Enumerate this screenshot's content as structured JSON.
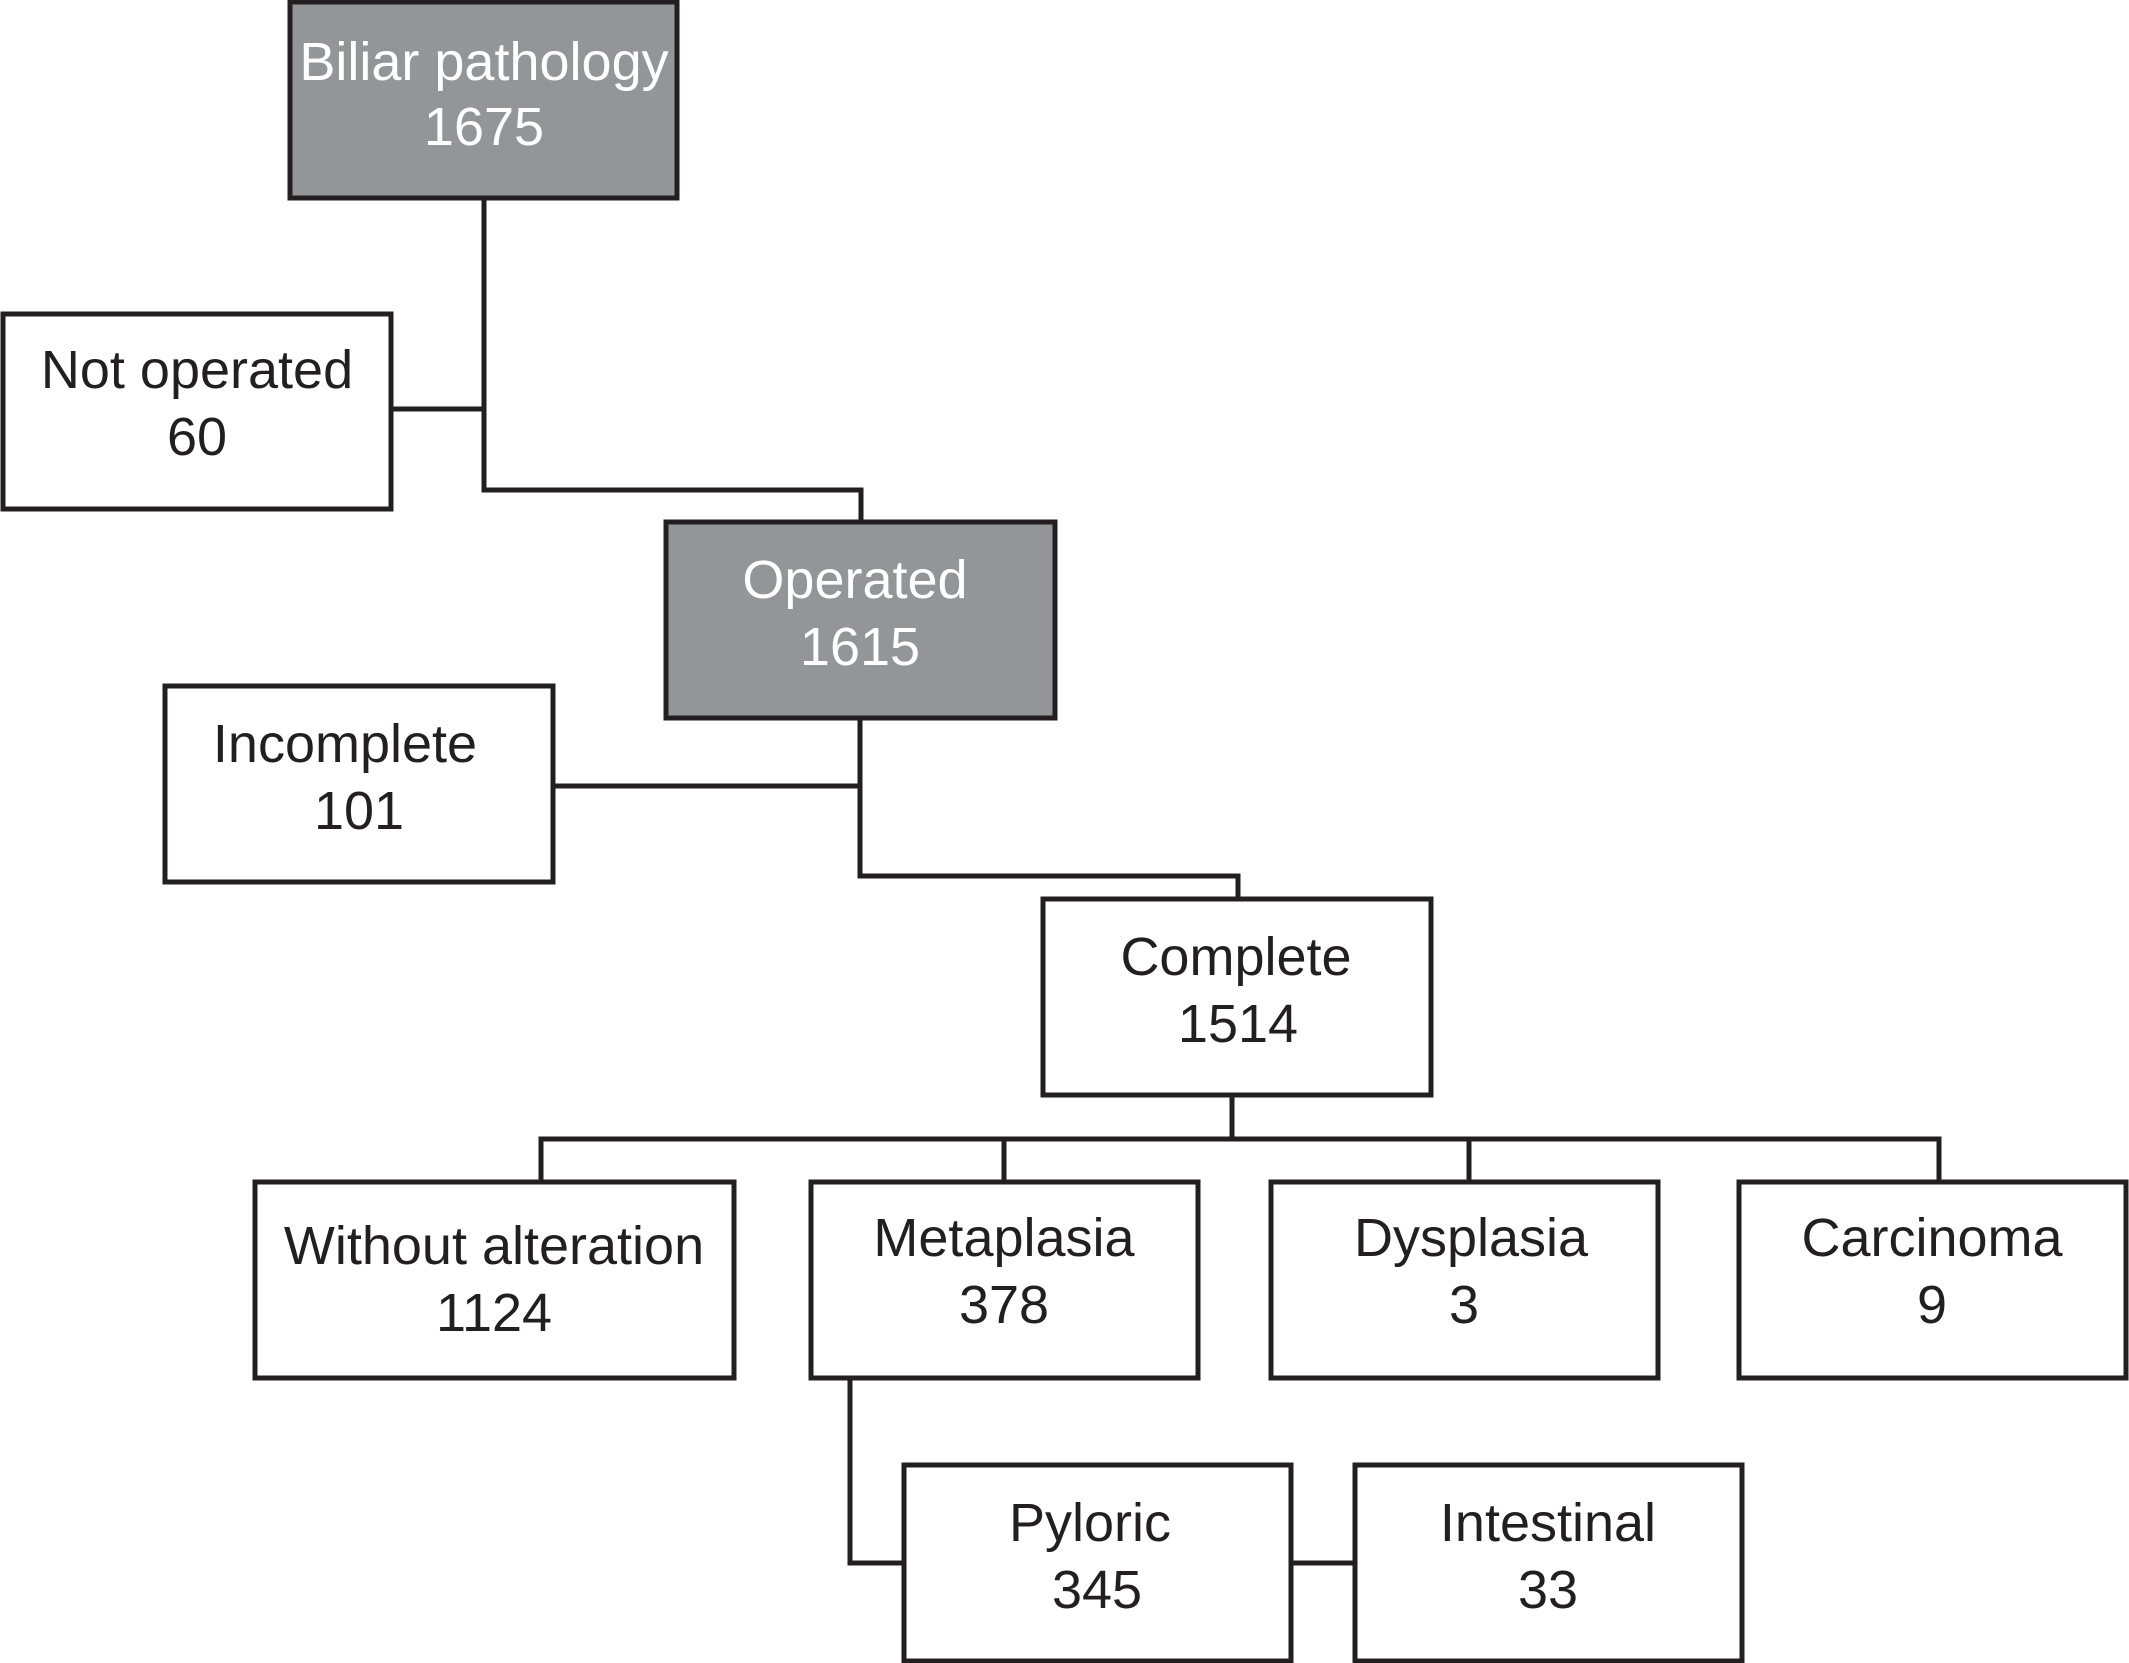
{
  "nodes": {
    "biliar": {
      "label": "Biliar pathology",
      "count": "1675"
    },
    "not_operated": {
      "label": "Not operated",
      "count": "60"
    },
    "operated": {
      "label": "Operated",
      "count": "1615"
    },
    "incomplete": {
      "label": "Incomplete",
      "count": "101"
    },
    "complete": {
      "label": "Complete",
      "count": "1514"
    },
    "without_alteration": {
      "label": "Without alteration",
      "count": "1124"
    },
    "metaplasia": {
      "label": "Metaplasia",
      "count": "378"
    },
    "dysplasia": {
      "label": "Dysplasia",
      "count": "3"
    },
    "carcinoma": {
      "label": "Carcinoma",
      "count": "9"
    },
    "pyloric": {
      "label": "Pyloric",
      "count": "345"
    },
    "intestinal": {
      "label": "Intestinal",
      "count": "33"
    }
  },
  "colors": {
    "highlight_fill": "#939598",
    "default_fill": "#ffffff",
    "stroke": "#231f20",
    "highlight_text": "#ffffff",
    "default_text": "#231f20"
  }
}
